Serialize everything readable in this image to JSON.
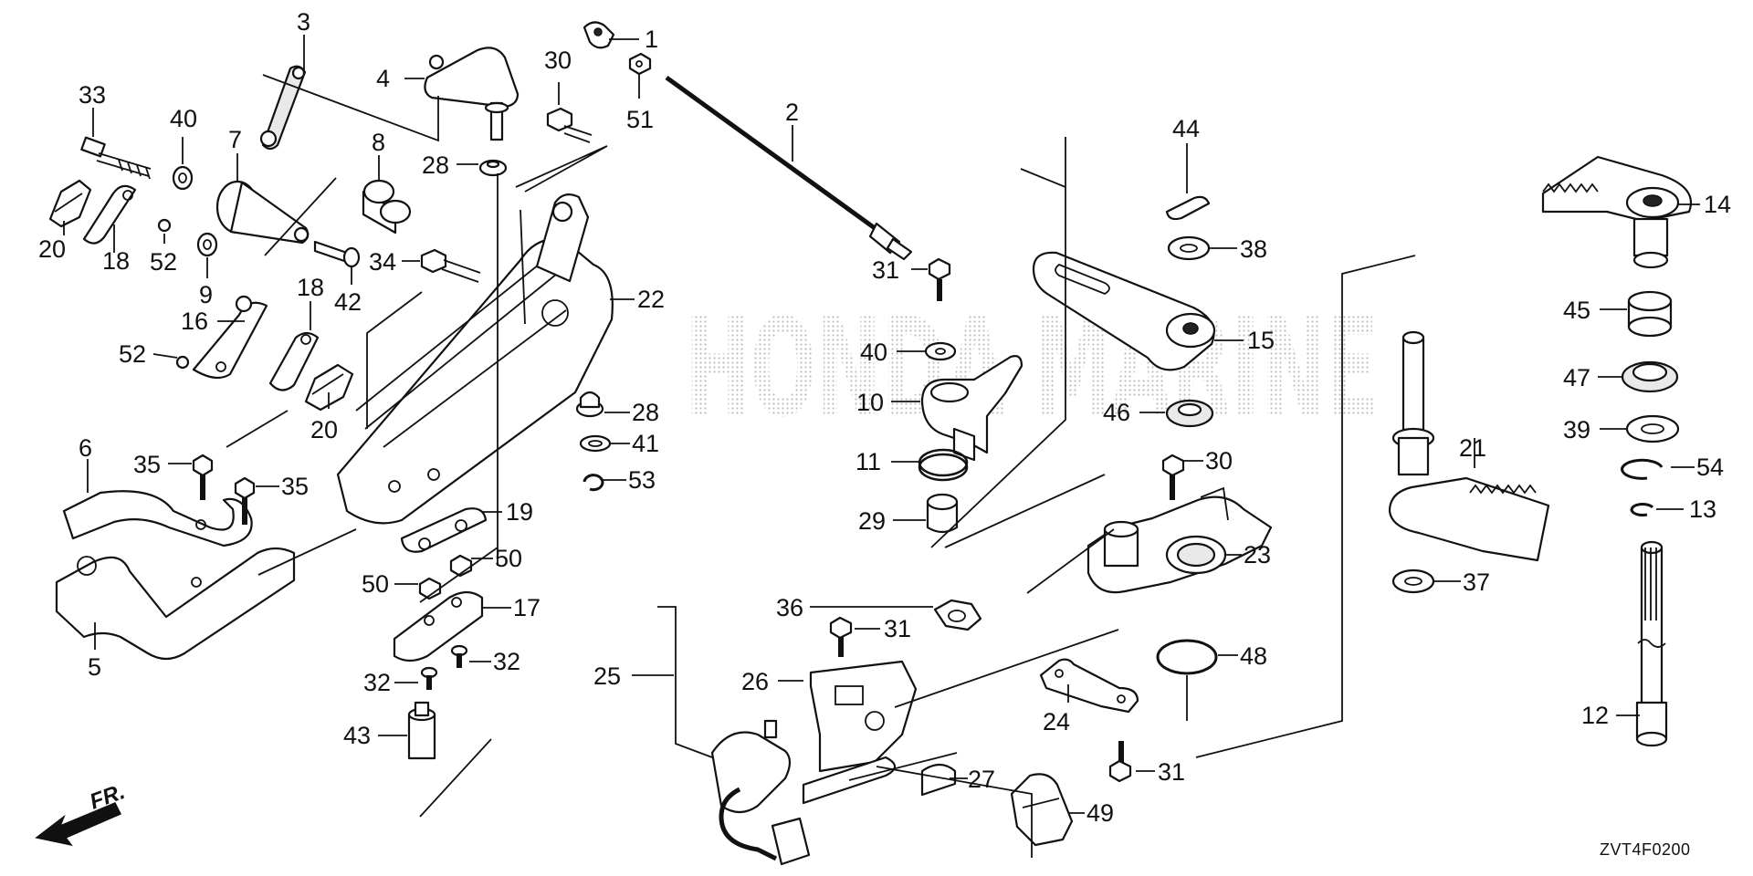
{
  "diagram": {
    "code": "ZVT4F0200",
    "direction_label": "FR.",
    "watermark": "HONDA MARINE",
    "callouts": [
      "1",
      "2",
      "3",
      "4",
      "5",
      "6",
      "7",
      "8",
      "9",
      "10",
      "11",
      "12",
      "13",
      "14",
      "15",
      "16",
      "17",
      "18",
      "18",
      "19",
      "20",
      "20",
      "21",
      "22",
      "23",
      "24",
      "25",
      "26",
      "27",
      "28",
      "28",
      "29",
      "30",
      "30",
      "30",
      "31",
      "31",
      "31",
      "31",
      "32",
      "32",
      "33",
      "34",
      "35",
      "35",
      "36",
      "37",
      "38",
      "39",
      "40",
      "40",
      "41",
      "42",
      "43",
      "44",
      "45",
      "46",
      "47",
      "48",
      "49",
      "50",
      "50",
      "51",
      "52",
      "52",
      "53",
      "54"
    ]
  },
  "colors": {
    "line": "#111111",
    "background": "#ffffff",
    "watermark_dots": "#bdbdbd"
  }
}
